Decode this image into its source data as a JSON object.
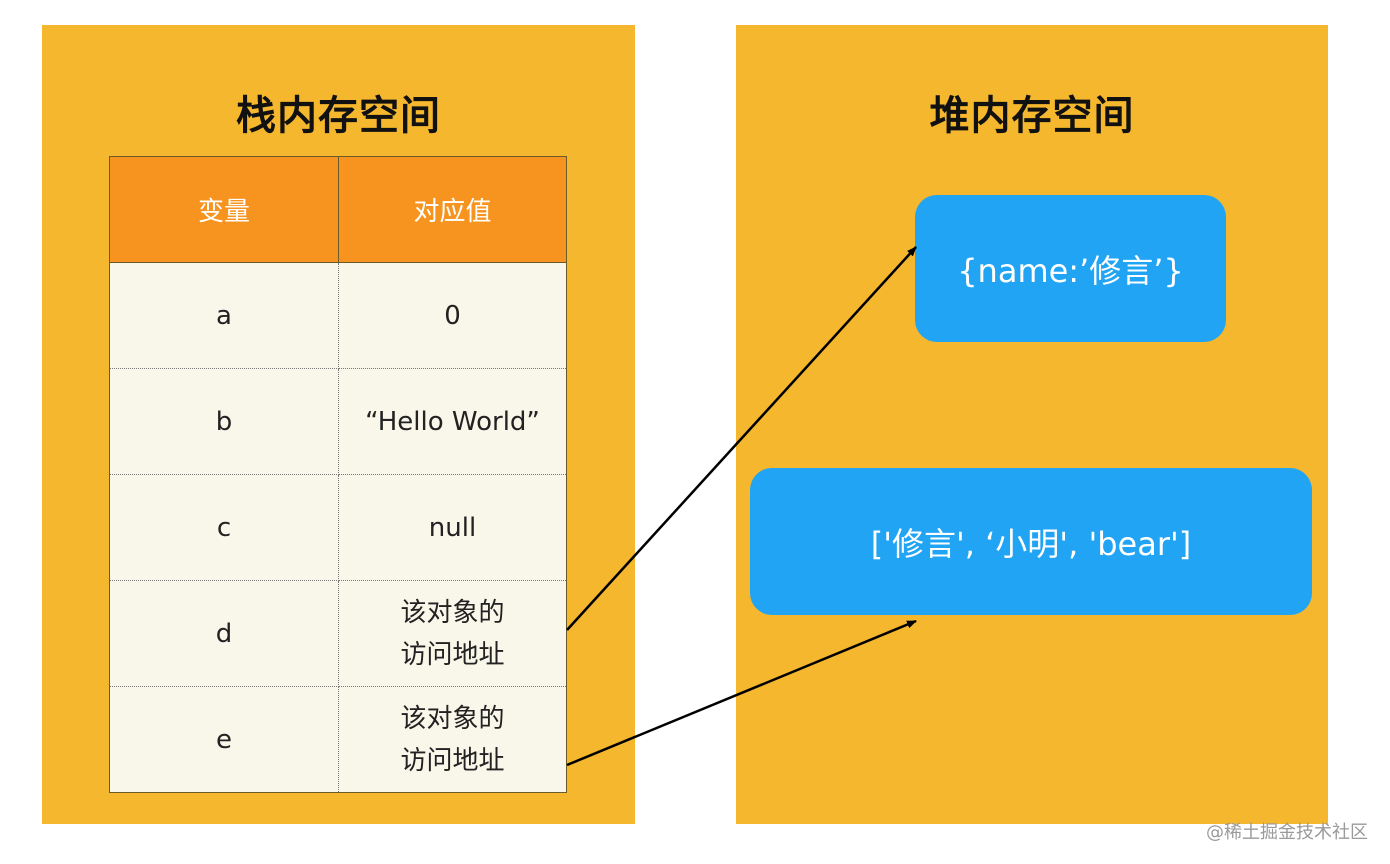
{
  "stack": {
    "title": "栈内存空间",
    "table": {
      "headers": [
        "变量",
        "对应值"
      ],
      "rows": [
        {
          "variable": "a",
          "value_line1": "0",
          "value_line2": ""
        },
        {
          "variable": "b",
          "value_line1": "“Hello World”",
          "value_line2": ""
        },
        {
          "variable": "c",
          "value_line1": "null",
          "value_line2": ""
        },
        {
          "variable": "d",
          "value_line1": "该对象的",
          "value_line2": "访问地址"
        },
        {
          "variable": "e",
          "value_line1": "该对象的",
          "value_line2": "访问地址"
        }
      ]
    }
  },
  "heap": {
    "title": "堆内存空间",
    "object_text": "{name:’修言’}",
    "array_text": "['修言', ‘小明', 'bear']"
  },
  "watermark": "@稀土掘金技术社区",
  "colors": {
    "panel": "#f4b72d",
    "table_header": "#f7941f",
    "table_cell": "#f9f6ea",
    "heap_box": "#20a4f3",
    "arrow": "#000000"
  }
}
